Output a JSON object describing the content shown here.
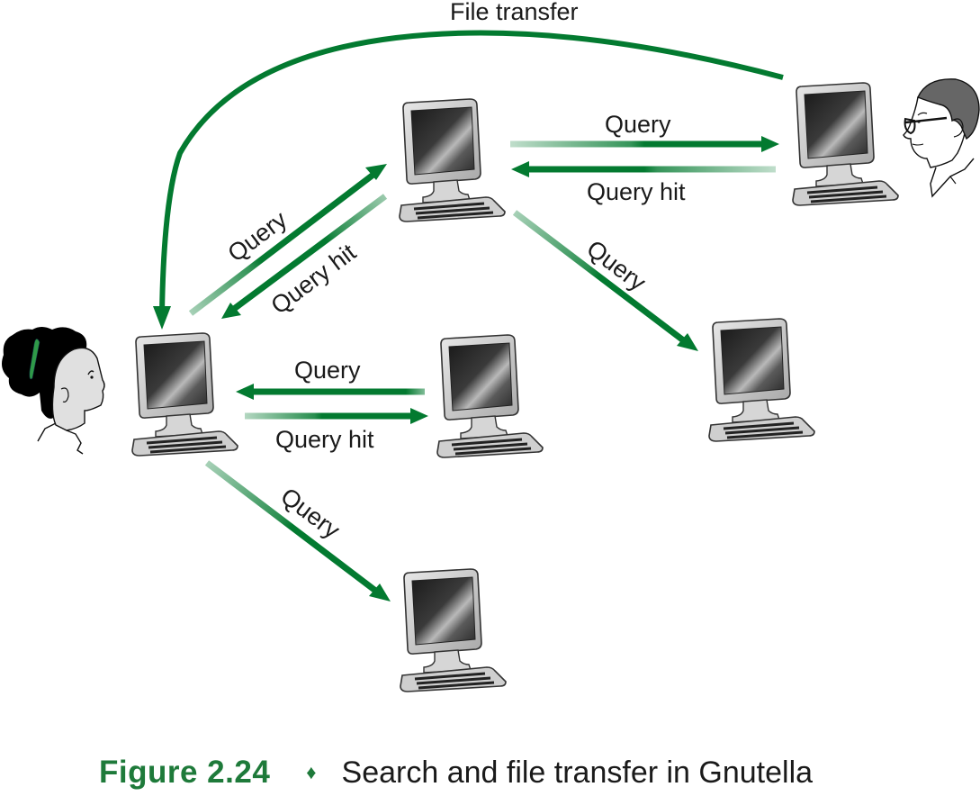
{
  "diagram": {
    "title": "Search and file transfer in Gnutella",
    "accent_color": "#037a30",
    "nodes": [
      {
        "id": "requester",
        "label": "",
        "person": "woman"
      },
      {
        "id": "peer-top-center",
        "label": ""
      },
      {
        "id": "peer-top-right",
        "label": "",
        "person": "man"
      },
      {
        "id": "peer-middle",
        "label": ""
      },
      {
        "id": "peer-right",
        "label": ""
      },
      {
        "id": "peer-bottom",
        "label": ""
      }
    ],
    "edges": [
      {
        "from": "peer-top-right",
        "to": "requester",
        "label": "File transfer"
      },
      {
        "from": "requester",
        "to": "peer-top-center",
        "label": "Query"
      },
      {
        "from": "peer-top-center",
        "to": "requester",
        "label": "Query hit"
      },
      {
        "from": "peer-top-center",
        "to": "peer-top-right",
        "label": "Query"
      },
      {
        "from": "peer-top-right",
        "to": "peer-top-center",
        "label": "Query hit"
      },
      {
        "from": "peer-top-center",
        "to": "peer-right",
        "label": "Query"
      },
      {
        "from": "peer-middle",
        "to": "requester",
        "label": "Query"
      },
      {
        "from": "requester",
        "to": "peer-middle",
        "label": "Query hit"
      },
      {
        "from": "requester",
        "to": "peer-bottom",
        "label": "Query"
      }
    ]
  },
  "labels": {
    "file_transfer": "File transfer",
    "query_top_diag": "Query",
    "query_hit_top_diag": "Query hit",
    "query_top_right": "Query",
    "query_hit_top_right": "Query hit",
    "query_right_diag": "Query",
    "query_middle": "Query",
    "query_hit_middle": "Query hit",
    "query_bottom_diag": "Query"
  },
  "caption": {
    "figure_number": "Figure 2.24",
    "separator": "♦",
    "text": "Search and file transfer in Gnutella"
  }
}
